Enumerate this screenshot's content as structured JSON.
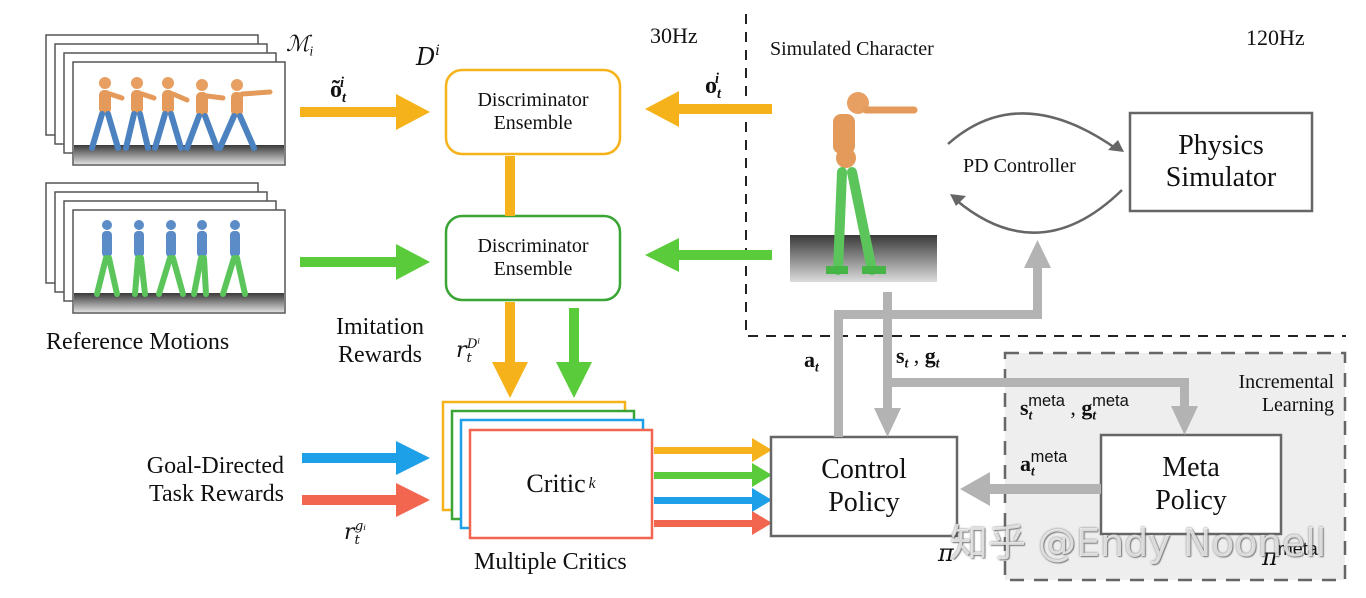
{
  "rates": {
    "left": "30Hz",
    "right": "120Hz"
  },
  "colors": {
    "orange": "#F5B21A",
    "green": "#5ACB3A",
    "green_dark": "#3AA534",
    "blue": "#1EA0E8",
    "red": "#F2654F",
    "gray_arrow": "#B3B3B3",
    "box_border": "#666666",
    "incremental_bg": "#EEEEEE"
  },
  "reference_motions": {
    "label": "Reference Motions",
    "dataset_symbol": "ℳ",
    "dataset_sub": "i"
  },
  "discriminators": {
    "set_symbol": "D",
    "set_sup": "i",
    "top": {
      "line1": "Discriminator",
      "line2": "Ensemble"
    },
    "bottom": {
      "line1": "Discriminator",
      "line2": "Ensemble"
    }
  },
  "signals": {
    "ref_obs": {
      "base": "õ",
      "sub": "t",
      "sup": "i"
    },
    "sim_obs": {
      "base": "o",
      "sub": "t",
      "sup": "i"
    },
    "disc_reward": {
      "base": "r",
      "sub": "t",
      "sup": "Dⁱ"
    },
    "task_reward": {
      "base": "r",
      "sub": "t",
      "sup": "gᵢ"
    },
    "action": {
      "base": "a",
      "sub": "t"
    },
    "state_goal": {
      "s": "s",
      "g": "g",
      "sub": "t",
      "sep": ","
    },
    "meta_state_goal": {
      "s": "s",
      "g": "g",
      "sub": "t",
      "sup": "meta",
      "sep": ","
    },
    "meta_action": {
      "base": "a",
      "sub": "t",
      "sup": "meta"
    }
  },
  "labels": {
    "imitation_rewards": {
      "line1": "Imitation",
      "line2": "Rewards"
    },
    "goal_rewards": {
      "line1": "Goal-Directed",
      "line2": "Task Rewards"
    },
    "multiple_critics": "Multiple Critics",
    "simulated_character": "Simulated Character",
    "pd_controller": "PD Controller",
    "incremental_learning": {
      "line1": "Incremental",
      "line2": "Learning"
    }
  },
  "critic": {
    "base": "Critic",
    "sub": "k"
  },
  "boxes": {
    "physics": {
      "line1": "Physics",
      "line2": "Simulator"
    },
    "control_policy": {
      "line1": "Control",
      "line2": "Policy",
      "symbol": "π"
    },
    "meta_policy": {
      "line1": "Meta",
      "line2": "Policy",
      "symbol": "π",
      "symbol_sup": "meta"
    }
  },
  "watermark": "知乎 @Endy Noonell"
}
